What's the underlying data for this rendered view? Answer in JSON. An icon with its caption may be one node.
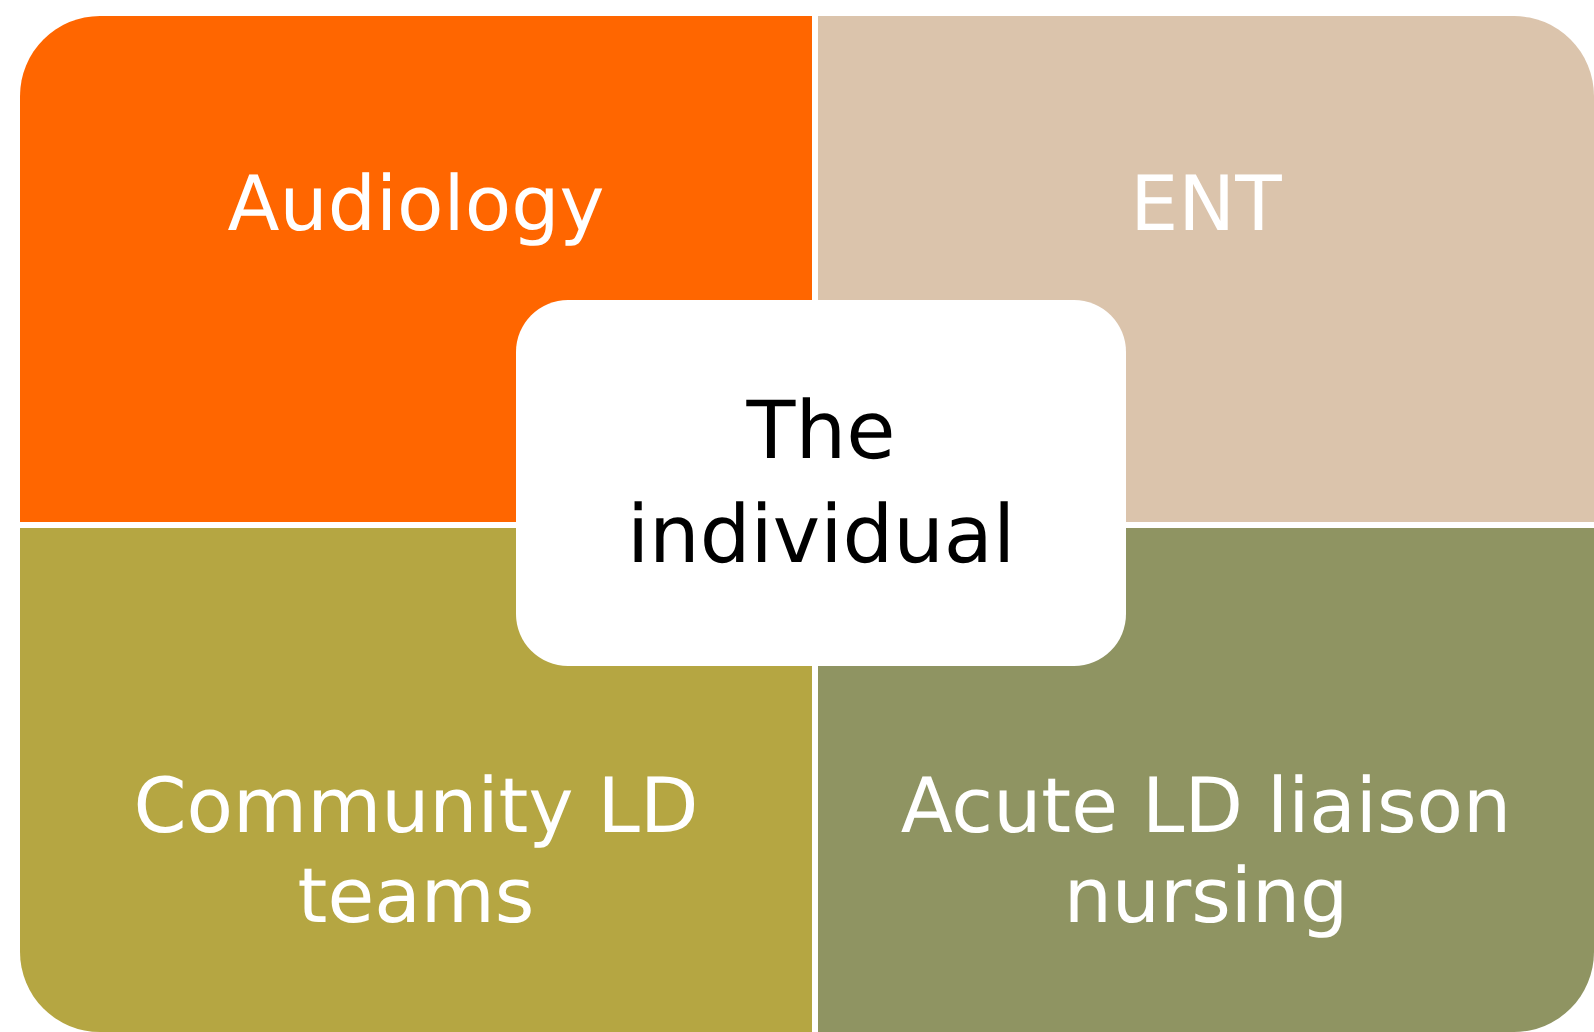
{
  "diagram": {
    "nodes": [
      {
        "text": [
          "Audiology"
        ]
      },
      {
        "text": [
          "ENT"
        ]
      },
      {
        "text": [
          "Community LD teams"
        ]
      },
      {
        "text": [
          "Acute LD liaison nursing"
        ]
      },
      {
        "text": [
          "The individual"
        ]
      }
    ]
  }
}
